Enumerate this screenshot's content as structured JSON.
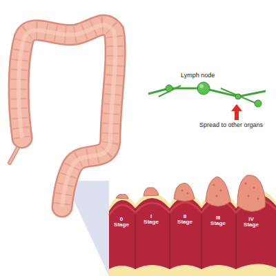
{
  "diagram": {
    "labels": [
      "Lymph node",
      "Spread to other organs",
      "0 Stage",
      "I Stage",
      "II Stage",
      "III Stage",
      "IV Stage"
    ]
  }
}
